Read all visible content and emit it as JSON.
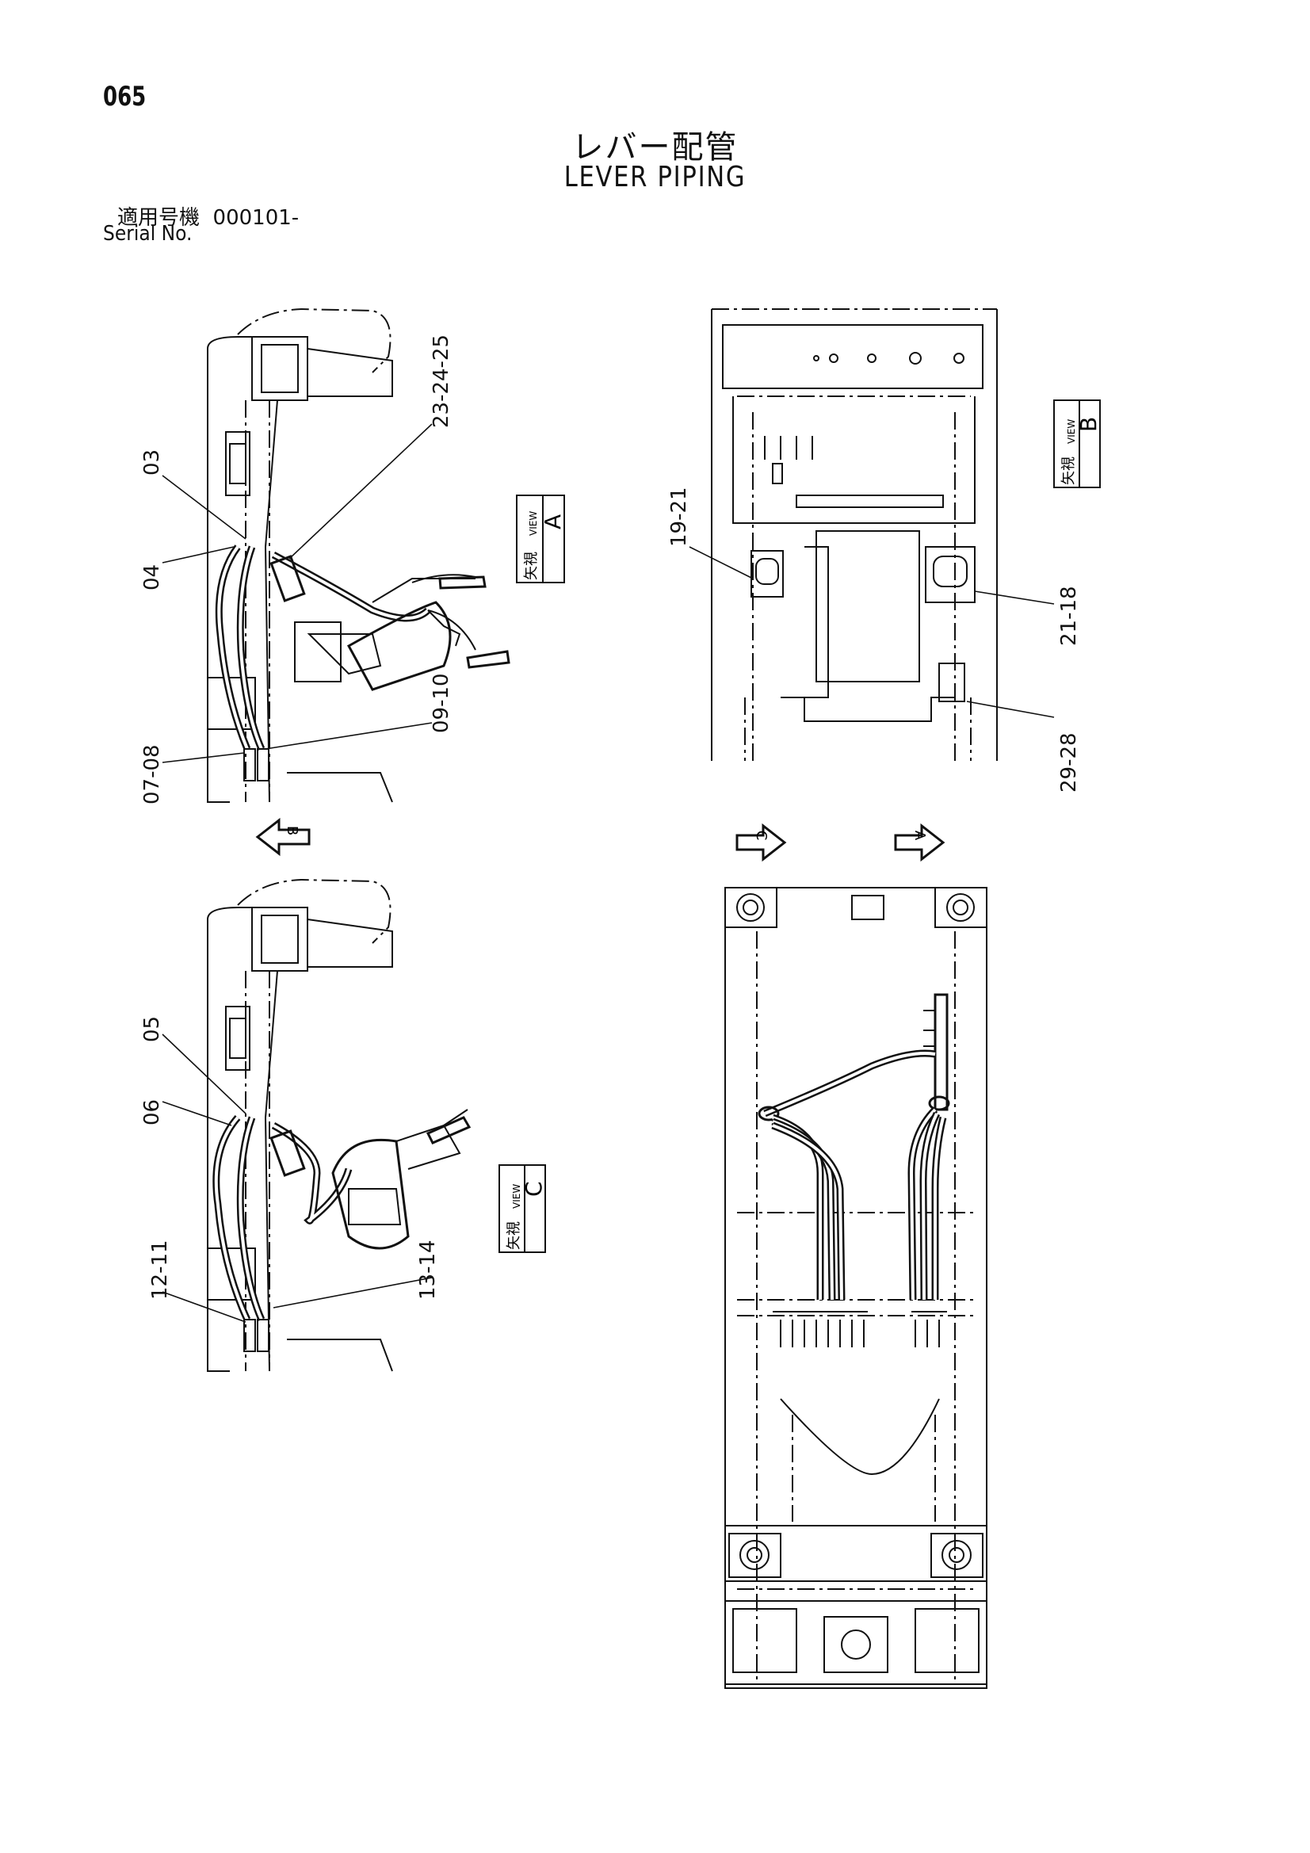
{
  "page_number": "065",
  "title_ja": "レバー配管",
  "title_en": "LEVER PIPING",
  "serial": {
    "label_ja": "適用号機",
    "value": "000101-",
    "label_en": "Serial No."
  },
  "callouts": {
    "c03": "03",
    "c04": "04",
    "c23_24_25": "23-24-25",
    "c09_10": "09-10",
    "c07_08": "07-08",
    "c05": "05",
    "c06": "06",
    "c12_11": "12-11",
    "c13_14": "13-14",
    "c19_21": "19-21",
    "c21_18": "21-18",
    "c29_28": "29-28"
  },
  "view_labels": {
    "a": {
      "kanji": "矢視",
      "word": "VIEW",
      "letter": "A"
    },
    "b": {
      "kanji": "矢視",
      "word": "VIEW",
      "letter": "B"
    },
    "c": {
      "kanji": "矢視",
      "word": "VIEW",
      "letter": "C"
    }
  },
  "arrows": {
    "b": "B",
    "c": "C",
    "a": "A"
  }
}
